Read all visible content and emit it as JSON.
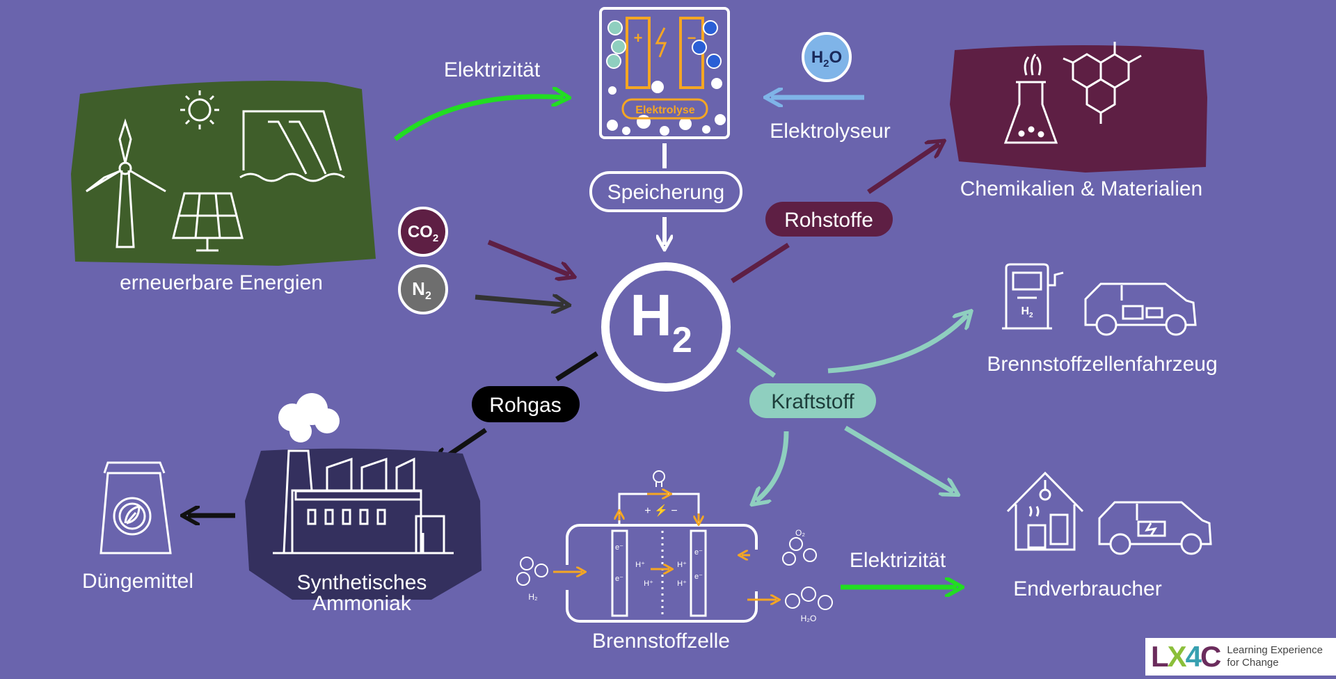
{
  "diagram": {
    "colors": {
      "background": "#6a64ad",
      "electric_green": "#22dd22",
      "maroon": "#5e1f44",
      "teal": "#8fcfbf",
      "orange": "#f5a623",
      "water_blue": "#7fb4e8"
    },
    "center": {
      "symbol": "H",
      "subscript": "2"
    },
    "renewables": {
      "label": "erneuerbare Energien"
    },
    "electricity_top": {
      "label": "Elektrizität"
    },
    "electrolysis": {
      "badge": "Elektrolyse",
      "h2o_symbol": "H",
      "h2o_sub": "2",
      "h2o_o": "O",
      "label": "Elektrolyseur",
      "plus": "+",
      "minus": "−"
    },
    "storage": {
      "label": "Speicherung"
    },
    "chemicals": {
      "label": "Chemikalien & Materialien"
    },
    "raw_materials": {
      "label": "Rohstoffe"
    },
    "co2": {
      "base": "CO",
      "sub": "2"
    },
    "n2": {
      "base": "N",
      "sub": "2"
    },
    "raw_gas": {
      "label": "Rohgas"
    },
    "ammonia": {
      "line1": "Synthetisches",
      "line2": "Ammoniak"
    },
    "fertilizer": {
      "label": "Düngemittel"
    },
    "fuel": {
      "label": "Kraftstoff"
    },
    "fuel_cell_vehicle": {
      "label": "Brennstoffzellenfahrzeug",
      "pump_symbol": "H",
      "pump_sub": "2"
    },
    "fuel_cell": {
      "label": "Brennstoffzelle",
      "polarity": "+ ⚡ −",
      "e_symbol": "e⁻",
      "h_plus": "H⁺",
      "h2_in": "H₂",
      "o2_in": "O₂",
      "h2o_out": "H₂O"
    },
    "electricity_bottom": {
      "label": "Elektrizität"
    },
    "end_users": {
      "label": "Endverbraucher"
    },
    "logo": {
      "letters": [
        "L",
        "X",
        "4",
        "C"
      ],
      "tagline_line1": "Learning Experience",
      "tagline_line2": "for Change"
    }
  }
}
